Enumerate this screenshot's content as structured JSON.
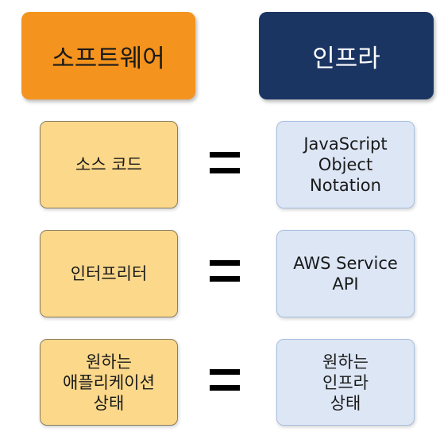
{
  "headers": {
    "left": "소프트웨어",
    "right": "인프라"
  },
  "rows": [
    {
      "left": [
        "소스 코드"
      ],
      "right": [
        "JavaScript",
        "Object",
        "Notation"
      ]
    },
    {
      "left": [
        "인터프리터"
      ],
      "right": [
        "AWS Service",
        "API"
      ]
    },
    {
      "left": [
        "원하는",
        "애플리케이션",
        "상태"
      ],
      "right": [
        "원하는",
        "인프라",
        "상태"
      ]
    }
  ],
  "colors": {
    "software_header": "#f4931e",
    "infra_header": "#1b3563",
    "software_box": "#fbd88a",
    "infra_box": "#dde6f5"
  }
}
